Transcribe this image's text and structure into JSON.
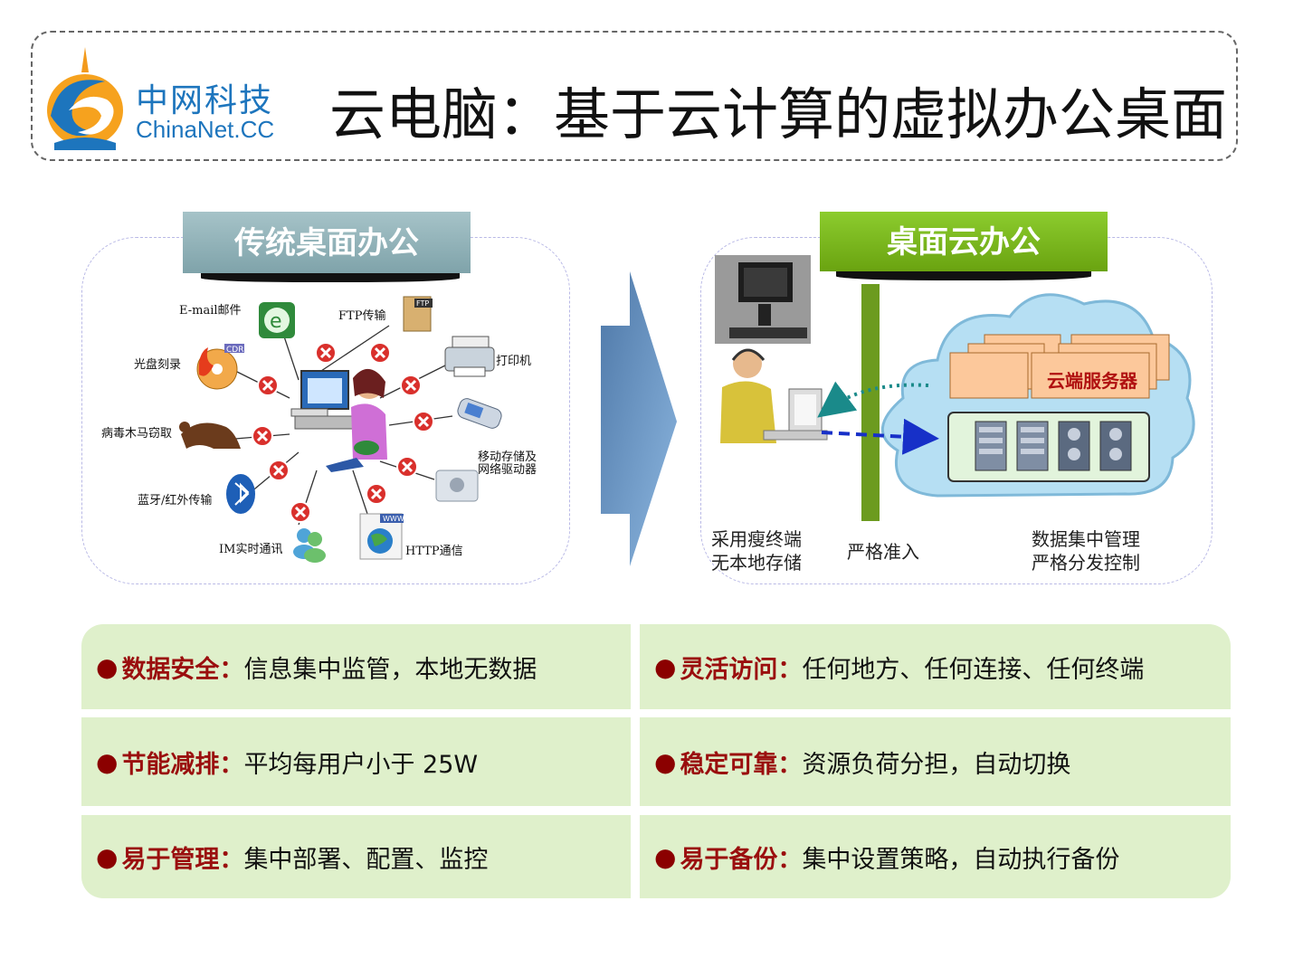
{
  "header": {
    "logo_cn": "中网科技",
    "logo_en": "ChinaNet.CC",
    "title": "云电脑：基于云计算的虚拟办公桌面"
  },
  "left": {
    "tab": "传统桌面办公",
    "nodes": {
      "email": "E-mail邮件",
      "ftp": "FTP传输",
      "cd": "光盘刻录",
      "printer": "打印机",
      "trojan": "病毒木马窃取",
      "usb1": "移动存储及",
      "usb2": "网络驱动器",
      "bt": "蓝牙/红外传输",
      "im": "IM实时通讯",
      "http": "HTTP通信",
      "cdr": "CDR",
      "ftp_tag": "FTP",
      "www": "WWW"
    }
  },
  "right": {
    "tab": "桌面云办公",
    "server_label": "云端服务器",
    "cap_terminal_1": "采用瘦终端",
    "cap_terminal_2": "无本地存储",
    "cap_access": "严格准入",
    "cap_center_1": "数据集中管理",
    "cap_center_2": "严格分发控制"
  },
  "features": [
    {
      "key": "数据安全：",
      "value": "信息集中监管，本地无数据"
    },
    {
      "key": "灵活访问：",
      "value": "任何地方、任何连接、任何终端"
    },
    {
      "key": "节能减排：",
      "value": "平均每用户小于 25W"
    },
    {
      "key": "稳定可靠：",
      "value": "资源负荷分担，自动切换"
    },
    {
      "key": "易于管理：",
      "value": "集中部署、配置、监控"
    },
    {
      "key": "易于备份：",
      "value": "集中设置策略，自动执行备份"
    }
  ],
  "colors": {
    "accent_red": "#9a0e0e",
    "feature_bg": "#dff0cb",
    "left_tab": "#8fb1b7",
    "right_tab": "#7cbb1f",
    "logo_blue": "#1d75bd"
  }
}
